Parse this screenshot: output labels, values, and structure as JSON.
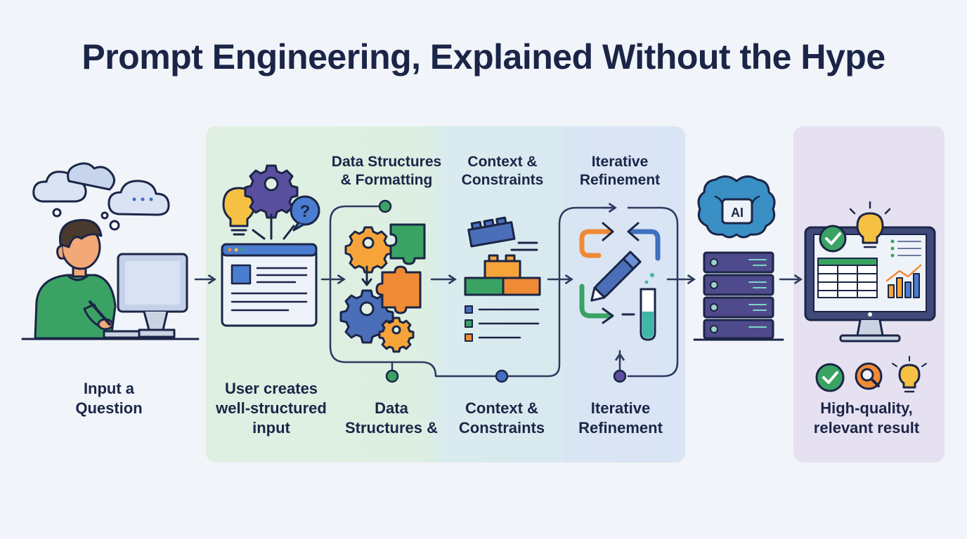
{
  "title": "Prompt Engineering, Explained Without the Hype",
  "headers": {
    "data_structures": "Data Structures & Formatting",
    "context": "Context & Constraints",
    "iterative": "Iterative Refinement"
  },
  "labels": {
    "input": "Input a Question",
    "user_creates": "User creates well-structured input",
    "data_structures": "Data Structures &",
    "context": "Context & Constraints",
    "iterative": "Iterative Refinement",
    "result": "High-quality, relevant result"
  },
  "ai_badge": "AI",
  "question_mark": "?",
  "colors": {
    "navy": "#1b2547",
    "green": "#3aa364",
    "blue": "#3f6fc0",
    "orange": "#f08a35",
    "yellow": "#f6c142",
    "purple": "#5a4f9e",
    "teal": "#3eb8a8"
  }
}
